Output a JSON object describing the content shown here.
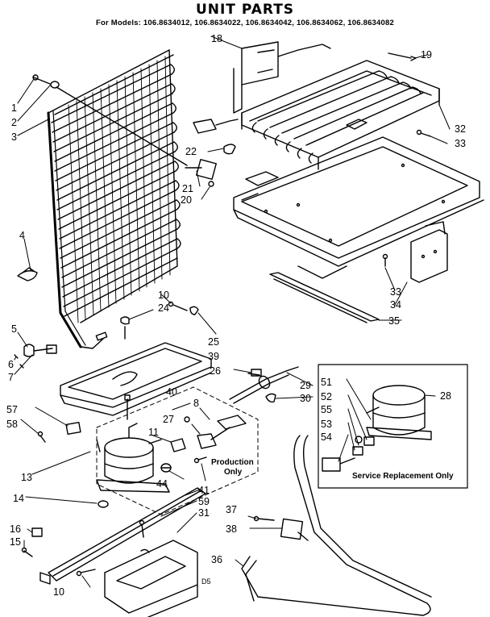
{
  "header": {
    "title": "UNIT PARTS",
    "models": "For Models: 106.8634012, 106.8634022, 106.8634042, 106.8634062, 106.8634082"
  },
  "labels": {
    "production_line1": "Production",
    "production_line2": "Only",
    "service_replacement": "Service Replacement Only",
    "corner_code": "D5"
  },
  "callouts": [
    {
      "id": "c1",
      "text": "1"
    },
    {
      "id": "c2",
      "text": "2"
    },
    {
      "id": "c3",
      "text": "3"
    },
    {
      "id": "c4",
      "text": "4"
    },
    {
      "id": "c5",
      "text": "5"
    },
    {
      "id": "c6",
      "text": "6"
    },
    {
      "id": "c7",
      "text": "7"
    },
    {
      "id": "c10a",
      "text": "10"
    },
    {
      "id": "c10b",
      "text": "10"
    },
    {
      "id": "c8",
      "text": "8"
    },
    {
      "id": "c11",
      "text": "11"
    },
    {
      "id": "c13",
      "text": "13"
    },
    {
      "id": "c14",
      "text": "14"
    },
    {
      "id": "c15",
      "text": "15"
    },
    {
      "id": "c16",
      "text": "16"
    },
    {
      "id": "c18",
      "text": "18"
    },
    {
      "id": "c19",
      "text": "19"
    },
    {
      "id": "c20",
      "text": "20"
    },
    {
      "id": "c21",
      "text": "21"
    },
    {
      "id": "c22",
      "text": "22"
    },
    {
      "id": "c24",
      "text": "24"
    },
    {
      "id": "c25",
      "text": "25"
    },
    {
      "id": "c26",
      "text": "26"
    },
    {
      "id": "c27",
      "text": "27"
    },
    {
      "id": "c28",
      "text": "28"
    },
    {
      "id": "c29",
      "text": "29"
    },
    {
      "id": "c30",
      "text": "30"
    },
    {
      "id": "c31",
      "text": "31"
    },
    {
      "id": "c32",
      "text": "32"
    },
    {
      "id": "c33a",
      "text": "33"
    },
    {
      "id": "c33b",
      "text": "33"
    },
    {
      "id": "c34",
      "text": "34"
    },
    {
      "id": "c35",
      "text": "35"
    },
    {
      "id": "c36",
      "text": "36"
    },
    {
      "id": "c37",
      "text": "37"
    },
    {
      "id": "c38",
      "text": "38"
    },
    {
      "id": "c39",
      "text": "39"
    },
    {
      "id": "c40",
      "text": "40"
    },
    {
      "id": "c41",
      "text": "41"
    },
    {
      "id": "c44",
      "text": "44"
    },
    {
      "id": "c51",
      "text": "51"
    },
    {
      "id": "c52",
      "text": "52"
    },
    {
      "id": "c53",
      "text": "53"
    },
    {
      "id": "c54",
      "text": "54"
    },
    {
      "id": "c55",
      "text": "55"
    },
    {
      "id": "c57",
      "text": "57"
    },
    {
      "id": "c58",
      "text": "58"
    },
    {
      "id": "c59",
      "text": "59"
    }
  ]
}
